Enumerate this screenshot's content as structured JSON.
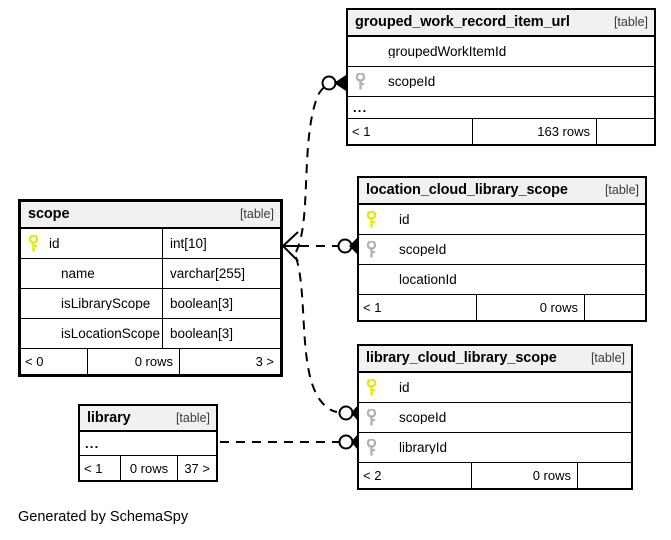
{
  "diagram": {
    "caption": "Generated by SchemaSpy",
    "table_suffix": "[table]",
    "ellipsis": "...",
    "colors": {
      "primary_key": "#e8e800",
      "foreign_key": "#b0b0b0",
      "header_background": "#f1f1f1",
      "border": "#000000",
      "background": "#ffffff"
    }
  },
  "tables": {
    "grouped_work_record_item_url": {
      "name": "grouped_work_record_item_url",
      "type_label": "[table]",
      "columns": [
        {
          "name": "groupedWorkItemId",
          "key": "none"
        },
        {
          "name": "scopeId",
          "key": "foreign"
        }
      ],
      "ellipsis": "...",
      "footer": {
        "left": "< 1",
        "middle": "163 rows",
        "right": ""
      }
    },
    "scope": {
      "name": "scope",
      "type_label": "[table]",
      "columns": [
        {
          "name": "id",
          "type": "int[10]",
          "key": "primary"
        },
        {
          "name": "name",
          "type": "varchar[255]",
          "key": "none"
        },
        {
          "name": "isLibraryScope",
          "type": "boolean[3]",
          "key": "none"
        },
        {
          "name": "isLocationScope",
          "type": "boolean[3]",
          "key": "none"
        }
      ],
      "footer": {
        "left": "< 0",
        "middle": "0 rows",
        "right": "3 >"
      }
    },
    "location_cloud_library_scope": {
      "name": "location_cloud_library_scope",
      "type_label": "[table]",
      "columns": [
        {
          "name": "id",
          "key": "primary"
        },
        {
          "name": "scopeId",
          "key": "foreign"
        },
        {
          "name": "locationId",
          "key": "none"
        }
      ],
      "footer": {
        "left": "< 1",
        "middle": "0 rows",
        "right": ""
      }
    },
    "library_cloud_library_scope": {
      "name": "library_cloud_library_scope",
      "type_label": "[table]",
      "columns": [
        {
          "name": "id",
          "key": "primary"
        },
        {
          "name": "scopeId",
          "key": "foreign"
        },
        {
          "name": "libraryId",
          "key": "foreign"
        }
      ],
      "footer": {
        "left": "< 2",
        "middle": "0 rows",
        "right": ""
      }
    },
    "library": {
      "name": "library",
      "type_label": "[table]",
      "ellipsis": "...",
      "footer": {
        "left": "< 1",
        "middle": "0 rows",
        "right": "37 >"
      }
    }
  },
  "relationships": [
    {
      "from": "scope.id",
      "to": "grouped_work_record_item_url.scopeId",
      "style": "dashed",
      "cardinality": "one-to-many"
    },
    {
      "from": "scope.id",
      "to": "location_cloud_library_scope.scopeId",
      "style": "dashed",
      "cardinality": "one-to-many"
    },
    {
      "from": "scope.id",
      "to": "library_cloud_library_scope.scopeId",
      "style": "dashed",
      "cardinality": "one-to-many"
    },
    {
      "from": "library",
      "to": "library_cloud_library_scope.libraryId",
      "style": "dashed",
      "cardinality": "one-to-many"
    }
  ]
}
